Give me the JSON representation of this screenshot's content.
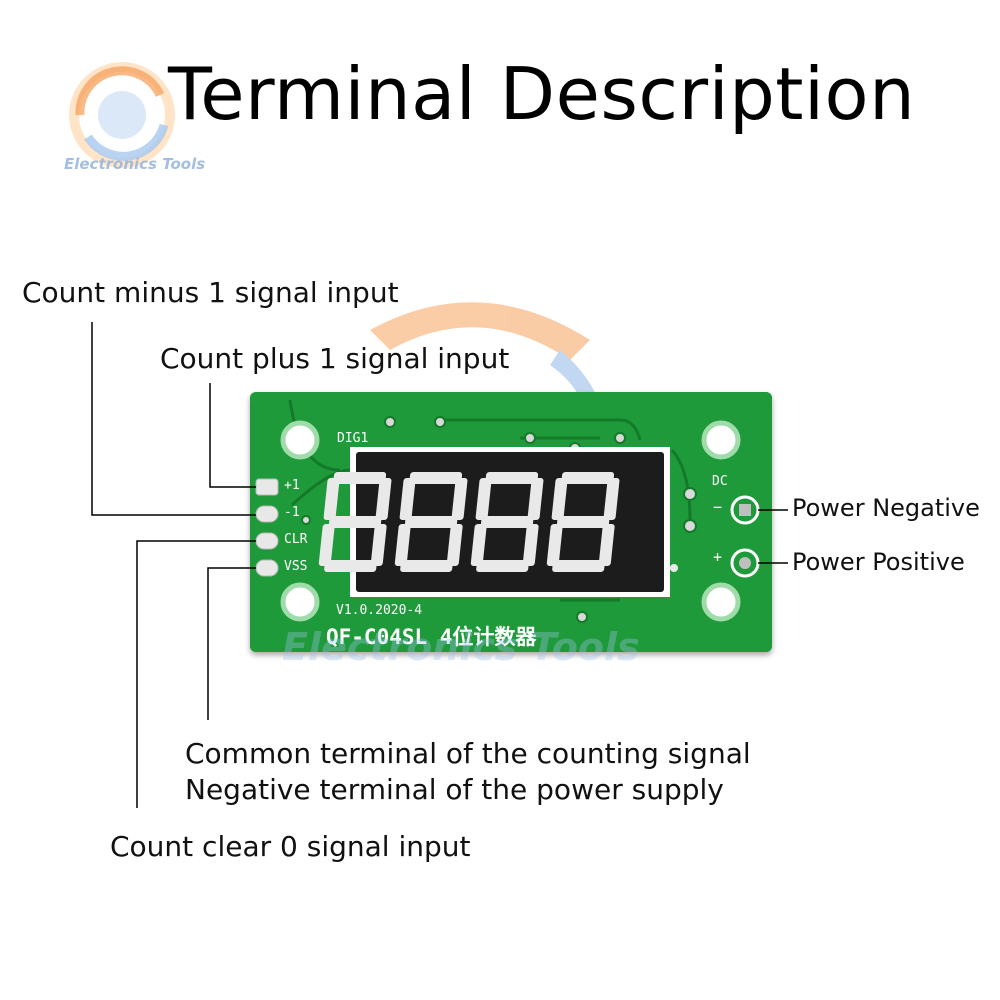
{
  "title": "Terminal Description",
  "watermark": {
    "brand_text": "Electronics Tools",
    "overlay_text": "Electronics Tools"
  },
  "labels": {
    "count_minus": "Count minus 1 signal input",
    "count_plus": "Count plus 1 signal input",
    "common_terminal_line1": "Common terminal of the counting signal",
    "common_terminal_line2": "Negative terminal of the power supply",
    "count_clear": "Count clear 0 signal input",
    "power_negative": "Power Negative",
    "power_positive": "Power Positive"
  },
  "board": {
    "pins": [
      "+1",
      "-1",
      "CLR",
      "VSS"
    ],
    "dig_label": "DIG1",
    "dc_label": "DC",
    "minus_sign": "−",
    "plus_sign": "+",
    "version": "V1.0.2020-4",
    "model": "QF-C04SL 4位计数器",
    "display_digits": [
      "8",
      "8",
      "8",
      "8"
    ]
  },
  "colors": {
    "pcb": "#1f9a3a",
    "pcb_dark": "#137a2a",
    "display": "#1c1c1c",
    "segment": "#e9e9e9"
  }
}
